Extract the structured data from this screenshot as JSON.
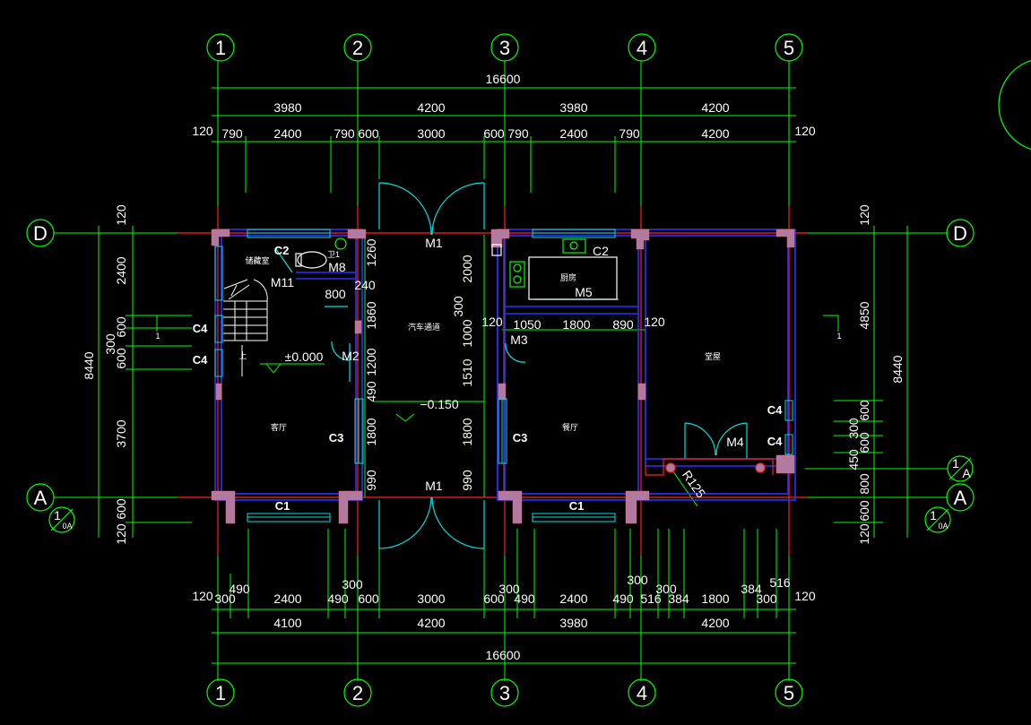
{
  "axes": {
    "cols": [
      "1",
      "2",
      "3",
      "4",
      "5"
    ],
    "rows": [
      "D",
      "A"
    ]
  },
  "dims": {
    "top_total": "16600",
    "top_sub": [
      "3980",
      "4200",
      "3980",
      "4200"
    ],
    "top_det": [
      "120",
      "790",
      "2400",
      "790",
      "600",
      "3000",
      "600",
      "790",
      "2400",
      "790",
      "4200",
      "120"
    ],
    "bot_det": [
      "120",
      "300",
      "490",
      "2400",
      "490",
      "300",
      "600",
      "3000",
      "600",
      "300",
      "490",
      "2400",
      "490",
      "300",
      "516",
      "300",
      "384",
      "1800",
      "384",
      "300",
      "516",
      "120"
    ],
    "bot_sub": [
      "4100",
      "4200",
      "3980",
      "4200"
    ],
    "bot_total": "16600",
    "left_total": "8440",
    "left_parts": [
      "120",
      "2400",
      "600",
      "300",
      "600",
      "3700",
      "600",
      "120"
    ],
    "right_total": "8440",
    "right_parts": [
      "120",
      "4850",
      "600",
      "300",
      "600",
      "450",
      "800",
      "600",
      "120"
    ],
    "inner": [
      "1260",
      "240",
      "800",
      "1860",
      "1200",
      "490",
      "1800",
      "990",
      "2000",
      "300",
      "1000",
      "1510",
      "1800",
      "990",
      "120",
      "1050",
      "1800",
      "890",
      "120"
    ]
  },
  "labels": {
    "rooms": [
      "储藏室",
      "卫1",
      "汽车通道",
      "客厅",
      "餐厅",
      "厨房",
      "堂屋"
    ],
    "windows": [
      "C2",
      "C2",
      "C4",
      "C4",
      "C3",
      "C3",
      "C1",
      "C1",
      "C4",
      "C4"
    ],
    "doors": [
      "M1",
      "M1",
      "M11",
      "M8",
      "M2",
      "M3",
      "M5",
      "M4"
    ],
    "levels": [
      "±0.000",
      "−0.150"
    ],
    "stair": "上",
    "radius": "R125",
    "section": "1",
    "detail_num": "1",
    "detail_a": "A",
    "detail_oa": "0A"
  },
  "colors": {
    "background": "#000000",
    "dim_line": "#00ff00",
    "wall": "#2f2fff",
    "axis": "#ff2020",
    "column": "#b07aa1",
    "door": "#00e0e0",
    "text": "#ffffff"
  }
}
